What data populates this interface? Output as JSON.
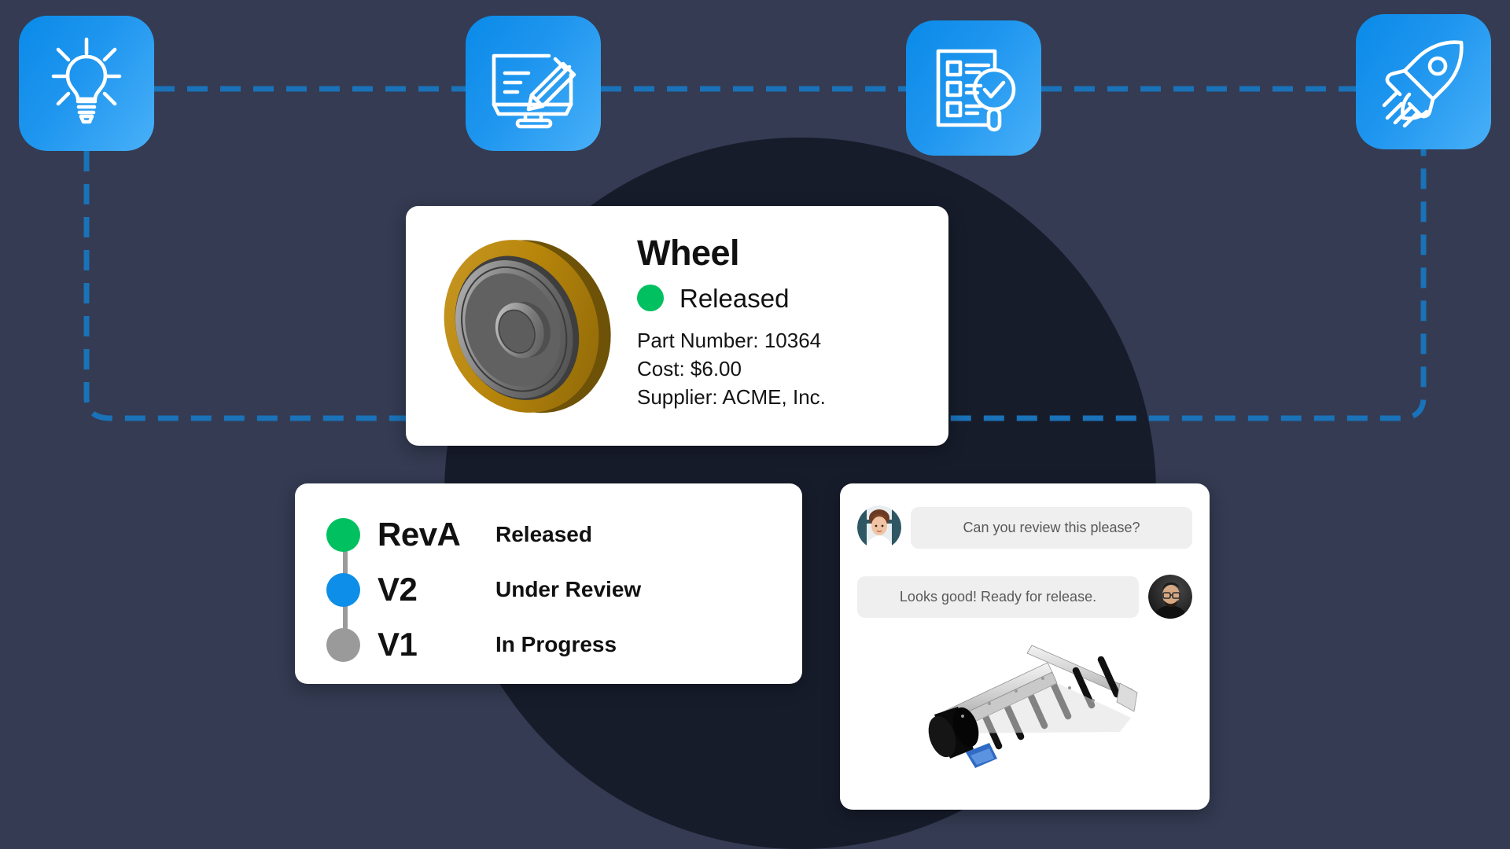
{
  "theme": {
    "background": "#343b52",
    "circle": "#171c2b",
    "accent_blue": "#1a72b8",
    "icon_gradient_start": "#0a8ae8",
    "icon_gradient_end": "#49b0f8",
    "status_green": "#00c060",
    "status_blue": "#0d8ee8",
    "status_gray": "#9a9a9a",
    "card_white": "#ffffff",
    "bubble_gray": "#efefef"
  },
  "process_flow": {
    "stages": [
      {
        "id": "idea",
        "icon": "lightbulb-icon"
      },
      {
        "id": "design",
        "icon": "monitor-pencil-icon"
      },
      {
        "id": "review",
        "icon": "checklist-magnifier-icon"
      },
      {
        "id": "launch",
        "icon": "rocket-icon"
      }
    ]
  },
  "part_card": {
    "title": "Wheel",
    "status": "Released",
    "status_color": "#00c060",
    "thumbnail": "wheel-3d-render",
    "details": [
      "Part Number: 10364",
      "Cost: $6.00",
      "Supplier: ACME, Inc."
    ]
  },
  "revision_card": {
    "revisions": [
      {
        "name": "RevA",
        "state": "Released",
        "color": "#00c060"
      },
      {
        "name": "V2",
        "state": "Under Review",
        "color": "#0d8ee8"
      },
      {
        "name": "V1",
        "state": "In Progress",
        "color": "#9a9a9a"
      }
    ]
  },
  "chat_card": {
    "messages": [
      {
        "direction": "incoming",
        "text": "Can you review this please?",
        "avatar": "avatar-woman"
      },
      {
        "direction": "outgoing",
        "text": "Looks good! Ready for release.",
        "avatar": "avatar-man"
      }
    ],
    "attachment": "conveyor-3d-render"
  }
}
